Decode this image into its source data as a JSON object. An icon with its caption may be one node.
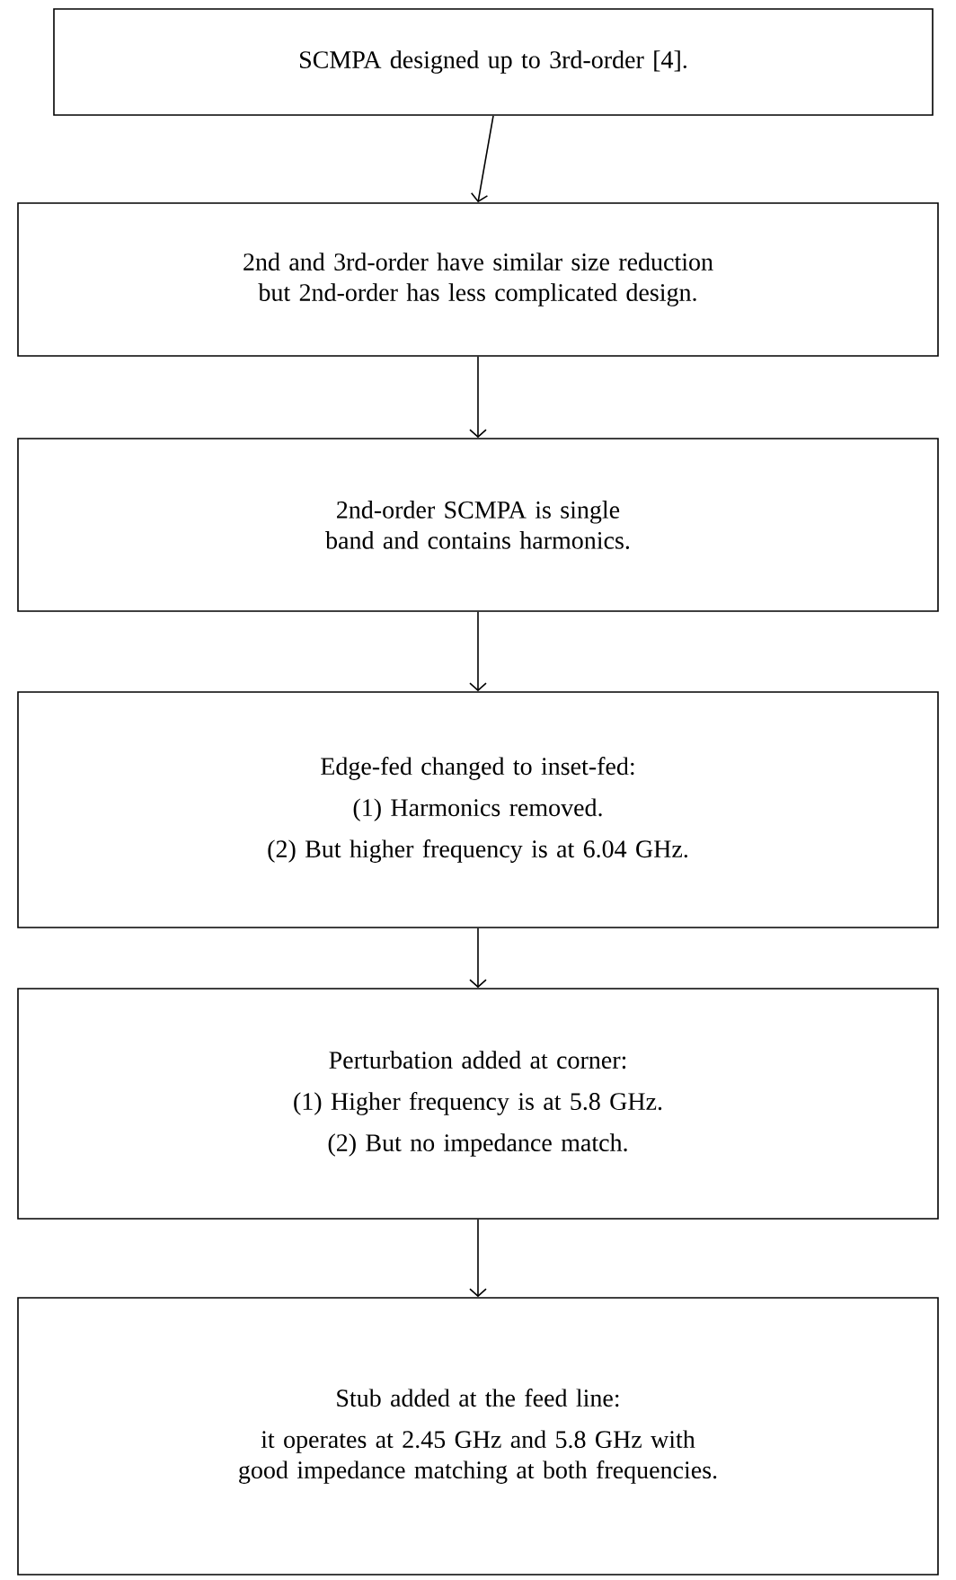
{
  "diagram": {
    "nodes": [
      {
        "text": [
          "SCMPA designed up to 3rd-order [4]."
        ]
      },
      {
        "text": [
          "2nd and 3rd-order have similar size reduction but 2nd-order has less complicated design."
        ]
      },
      {
        "text": [
          "2nd-order SCMPA is single band and contains harmonics."
        ]
      },
      {
        "text": [
          "Edge-fed changed to inset-fed:",
          "(1) Harmonics removed.",
          "(2) But higher frequency is at 6.04 GHz."
        ]
      },
      {
        "text": [
          "Perturbation added at corner:",
          "(1) Higher frequency is at 5.8 GHz.",
          "(2) But no impedance match."
        ]
      },
      {
        "text": [
          "Stub added at the feed line:",
          "it operates at 2.45 GHz and 5.8 GHz with good impedance matching at both frequencies."
        ]
      }
    ],
    "edges": [
      {
        "from": 0,
        "to": 1,
        "arrow": "to"
      },
      {
        "from": 1,
        "to": 2,
        "arrow": "to"
      },
      {
        "from": 2,
        "to": 3,
        "arrow": "to"
      },
      {
        "from": 3,
        "to": 4,
        "arrow": "to"
      },
      {
        "from": 4,
        "to": 5,
        "arrow": "to"
      }
    ]
  }
}
